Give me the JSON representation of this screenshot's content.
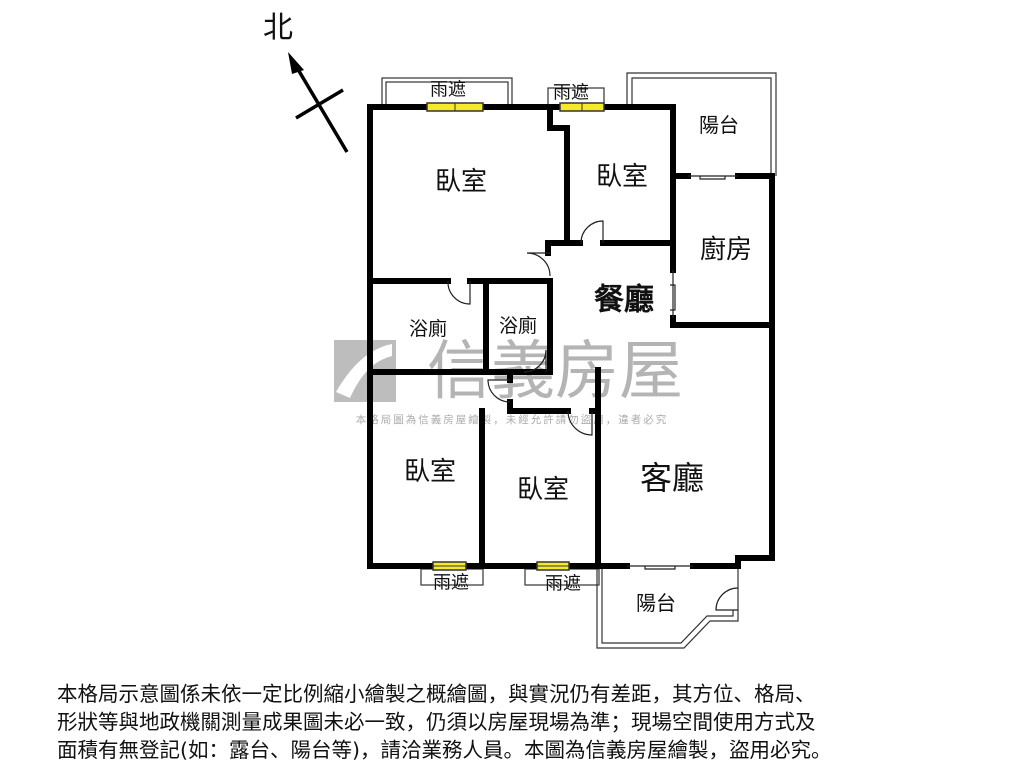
{
  "north_label": "北",
  "rooms": {
    "bedroom_top_left": "臥室",
    "bedroom_top_right": "臥室",
    "balcony_top": "陽台",
    "kitchen": "廚房",
    "dining": "餐廳",
    "bath_left": "浴廁",
    "bath_right": "浴廁",
    "bedroom_bottom_left": "臥室",
    "bedroom_bottom_mid": "臥室",
    "living": "客廳",
    "balcony_bottom": "陽台"
  },
  "canopies": [
    "雨遮",
    "雨遮",
    "雨遮",
    "雨遮"
  ],
  "watermark": {
    "brand": "信義房屋",
    "notice": "本格局圖為信義房屋繪製，未經允許請勿盜用，違者必究"
  },
  "disclaimer": [
    "本格局示意圖係未依一定比例縮小繪製之概繪圖，與實況仍有差距，其方位、格局、",
    "形狀等與地政機關測量成果圖未必一致，仍須以房屋現場為準；現場空間使用方式及",
    "面積有無登記(如：露台、陽台等)，請洽業務人員。本圖為信義房屋繪製，盜用必究。"
  ],
  "colors": {
    "wall": "#000000",
    "window": "#f5ea2a",
    "watermark": "#9a9a9a"
  }
}
